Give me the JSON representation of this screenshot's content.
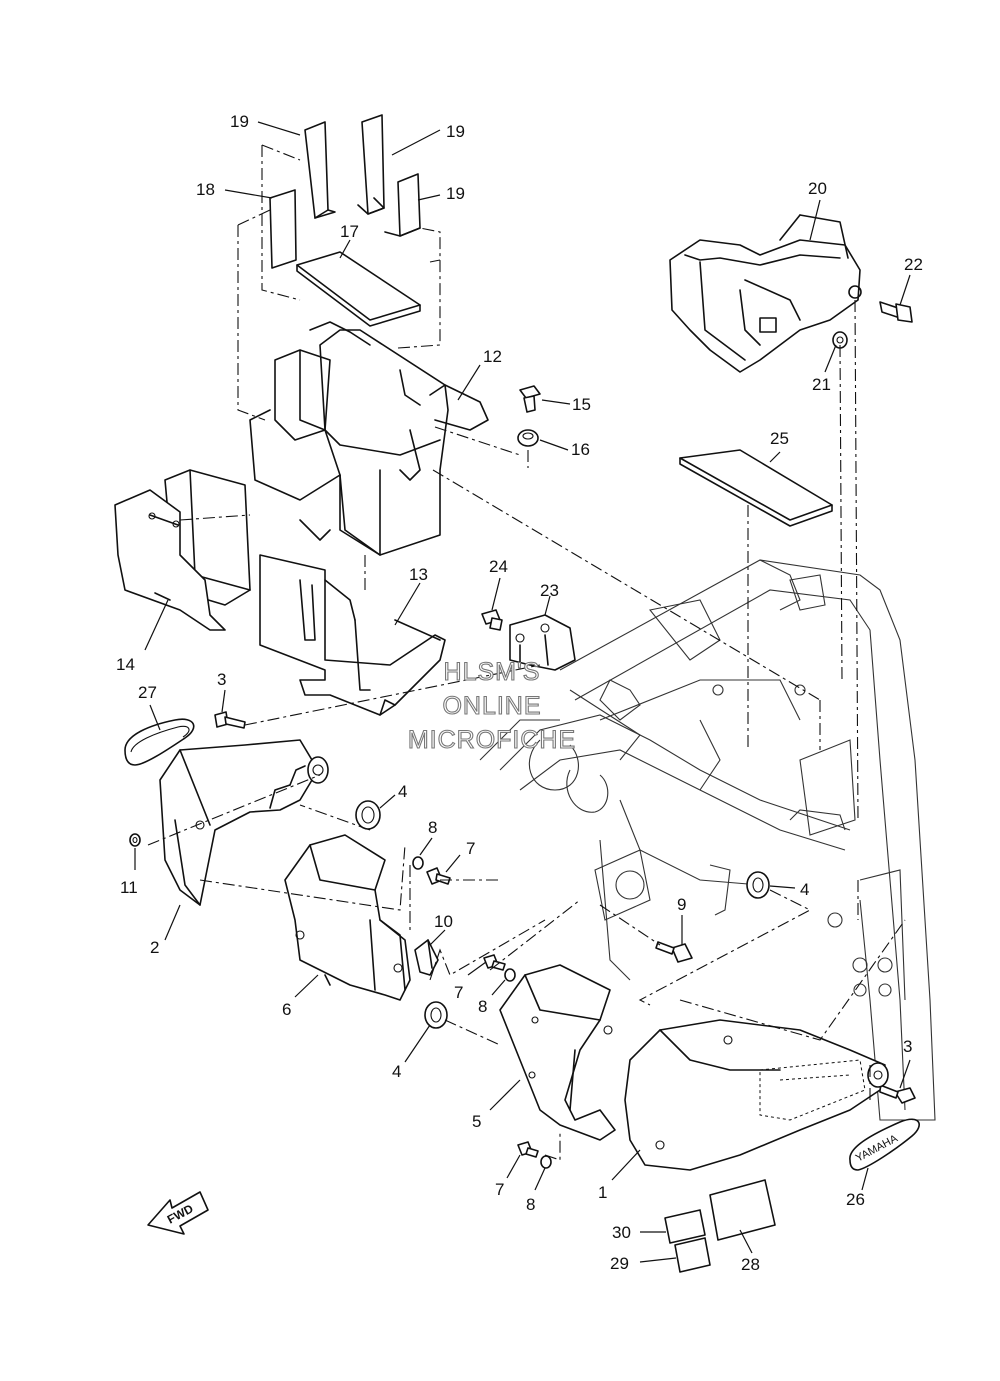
{
  "watermark": {
    "lines": [
      "HLSM'S",
      "ONLINE",
      "MICROFICHE"
    ]
  },
  "fwd_arrow": {
    "label": "FWD"
  },
  "badge": {
    "label": "YAMAHA"
  },
  "callouts": [
    "1",
    "2",
    "3",
    "4",
    "5",
    "6",
    "7",
    "8",
    "9",
    "10",
    "11",
    "12",
    "13",
    "14",
    "15",
    "16",
    "17",
    "18",
    "19",
    "20",
    "21",
    "22",
    "23",
    "24",
    "25",
    "26",
    "27",
    "28",
    "29",
    "30"
  ]
}
